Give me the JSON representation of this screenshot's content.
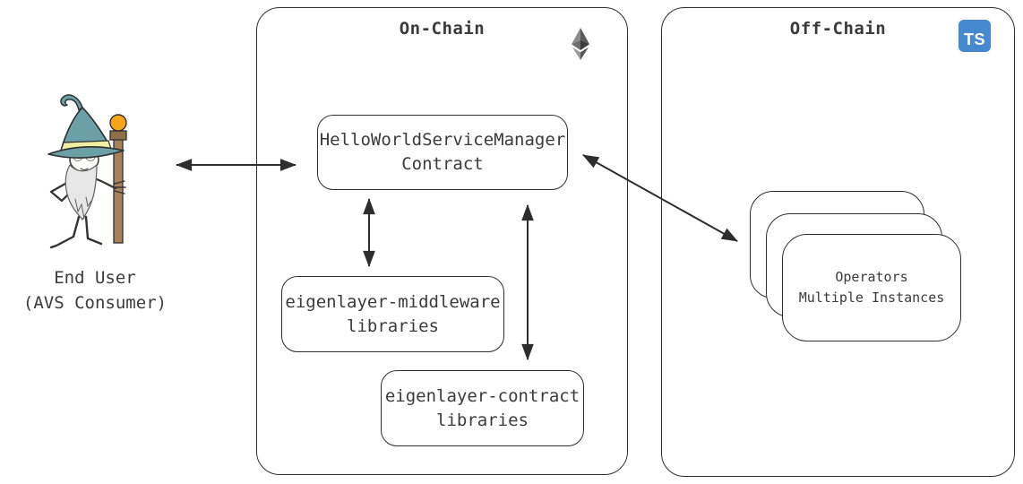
{
  "end_user": {
    "line1": "End User",
    "line2": "(AVS Consumer)",
    "illustration": "wizard-figure"
  },
  "onchain": {
    "title": "On-Chain",
    "icon": "ethereum-icon",
    "service_manager": {
      "line1": "HelloWorldServiceManager",
      "line2": "Contract"
    },
    "middleware": {
      "line1": "eigenlayer-middleware",
      "line2": "libraries"
    },
    "contract_libs": {
      "line1": "eigenlayer-contract",
      "line2": "libraries"
    }
  },
  "offchain": {
    "title": "Off-Chain",
    "icon": "typescript-icon",
    "ts_badge_text": "TS",
    "operators": {
      "line1": "Operators",
      "line2": "Multiple Instances"
    }
  },
  "connections": [
    "end-user <-> service-manager",
    "service-manager <-> eigenlayer-middleware",
    "service-manager <-> eigenlayer-contract",
    "service-manager <-> operators"
  ],
  "colors": {
    "stroke": "#2f2f2f",
    "arrow": "#2d2d2d",
    "ts_blue": "#4589CF",
    "hat_teal": "#6AA0A6",
    "hat_band_yellow": "#F1EDA2",
    "beard_gray": "#E7E7E7",
    "staff_brown": "#A6815A",
    "orb_orange": "#F6A419"
  }
}
